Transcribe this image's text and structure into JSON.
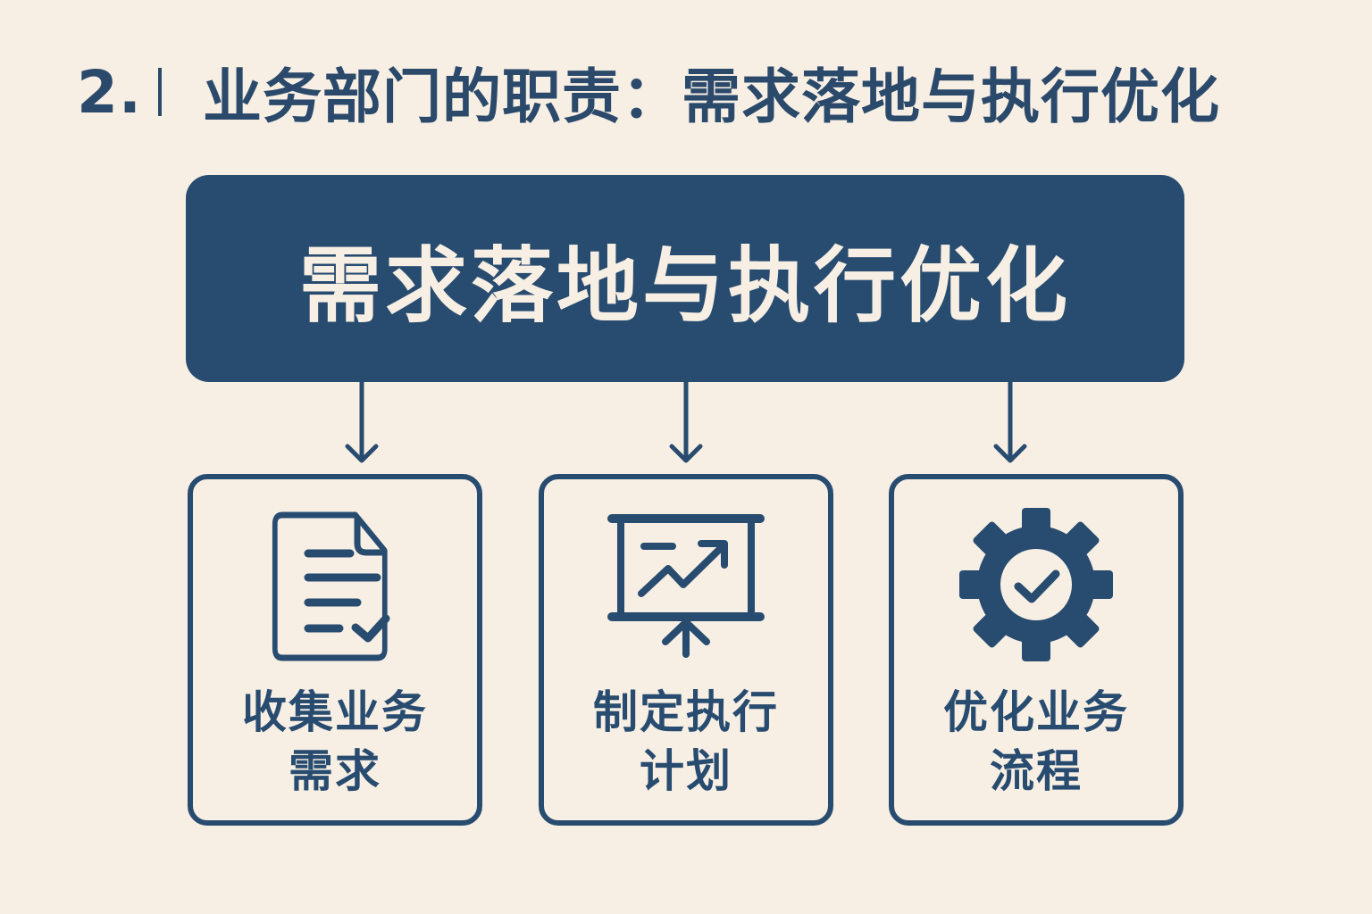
{
  "header": {
    "number": "2.",
    "title": "业务部门的职责：需求落地与执行优化"
  },
  "main_box": {
    "label": "需求落地与执行优化"
  },
  "cards": [
    {
      "icon": "document-check-icon",
      "line1": "收集业务",
      "line2": "需求"
    },
    {
      "icon": "presentation-chart-icon",
      "line1": "制定执行",
      "line2": "计划"
    },
    {
      "icon": "gear-check-icon",
      "line1": "优化业务",
      "line2": "流程"
    }
  ],
  "colors": {
    "background": "#f8efe4",
    "primary": "#284c70",
    "text_light": "#f8efe4"
  }
}
